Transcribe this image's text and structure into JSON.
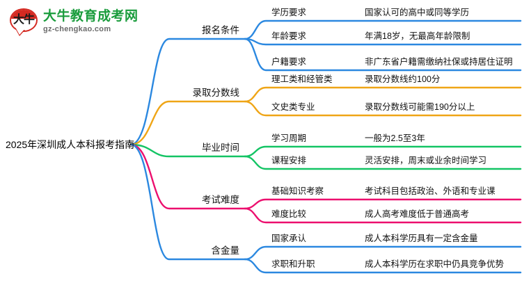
{
  "logo": {
    "mark_text": "大牛",
    "title": "大牛教育成考网",
    "subtitle": "gz-chengkao.com",
    "title_color": "#1a9c3c",
    "mark_color": "#d42a22"
  },
  "mindmap": {
    "root": "2025年深圳成人本科报考指南",
    "branches": [
      {
        "label": "报名条件",
        "color": "#2b88e0",
        "children": [
          {
            "label": "学历要求",
            "detail": "国家认可的高中或同等学历"
          },
          {
            "label": "年龄要求",
            "detail": "年满18岁，无最高年龄限制"
          },
          {
            "label": "户籍要求",
            "detail": "非广东省户籍需缴纳社保或持居住证明"
          }
        ]
      },
      {
        "label": "录取分数线",
        "color": "#efa516",
        "children": [
          {
            "label": "理工类和经管类",
            "detail": "录取分数线约100分"
          },
          {
            "label": "文史类专业",
            "detail": "录取分数线可能需190分以上"
          }
        ]
      },
      {
        "label": "毕业时间",
        "color": "#13c464",
        "children": [
          {
            "label": "学习周期",
            "detail": "一般为2.5至3年"
          },
          {
            "label": "课程安排",
            "detail": "灵活安排，周末或业余时间学习"
          }
        ]
      },
      {
        "label": "考试难度",
        "color": "#ec0f6e",
        "children": [
          {
            "label": "基础知识考察",
            "detail": "考试科目包括政治、外语和专业课"
          },
          {
            "label": "难度比较",
            "detail": "成人高考难度低于普通高考"
          }
        ]
      },
      {
        "label": "含金量",
        "color": "#2b88e0",
        "children": [
          {
            "label": "国家承认",
            "detail": "成人本科学历具有一定含金量"
          },
          {
            "label": "求职和升职",
            "detail": "成人本科学历在求职中仍具竞争优势"
          }
        ]
      }
    ]
  }
}
